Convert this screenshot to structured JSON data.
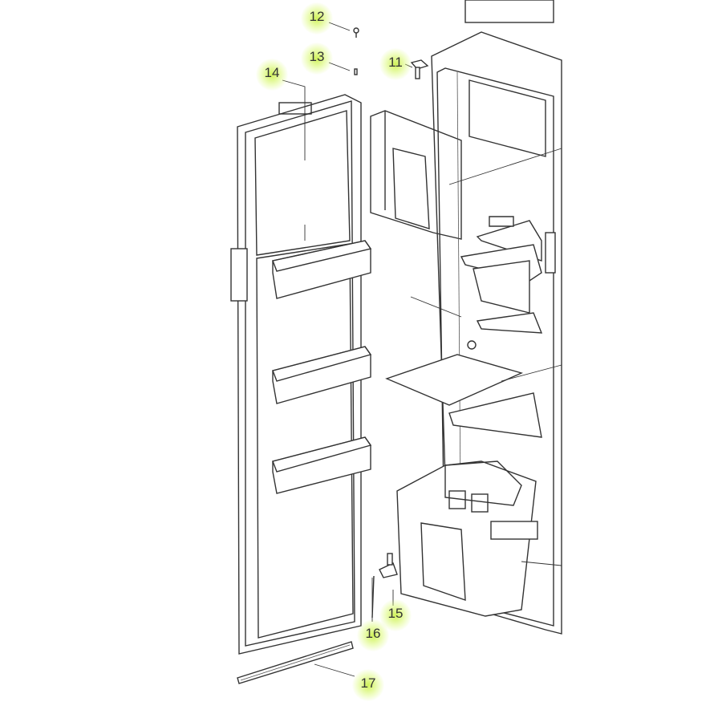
{
  "diagram": {
    "title": "Refrigerator door exploded parts view",
    "highlight_color": "#c8f03c",
    "callouts": [
      {
        "id": "11",
        "label": "11"
      },
      {
        "id": "12",
        "label": "12"
      },
      {
        "id": "13",
        "label": "13"
      },
      {
        "id": "14",
        "label": "14"
      },
      {
        "id": "15",
        "label": "15"
      },
      {
        "id": "16",
        "label": "16"
      },
      {
        "id": "17",
        "label": "17"
      }
    ]
  }
}
